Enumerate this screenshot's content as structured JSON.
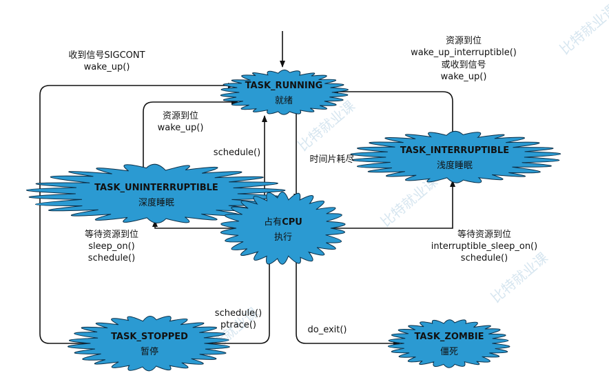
{
  "colors": {
    "state_fill": "#2b9ad2",
    "line": "#111111"
  },
  "states": {
    "running": {
      "title": "TASK_RUNNING",
      "sub": "就绪"
    },
    "interruptible": {
      "title": "TASK_INTERRUPTIBLE",
      "sub": "浅度睡眠"
    },
    "uninterruptible": {
      "title": "TASK_UNINTERRUPTIBLE",
      "sub": "深度睡眠"
    },
    "cpu": {
      "title_prefix": "占有",
      "title": "CPU",
      "sub": "执行"
    },
    "stopped": {
      "title": "TASK_STOPPED",
      "sub": "暂停"
    },
    "zombie": {
      "title": "TASK_ZOMBIE",
      "sub": "僵死"
    }
  },
  "labels": {
    "sigcont_1": "收到信号SIGCONT",
    "sigcont_2": "wake_up()",
    "int_wake_1": "资源到位",
    "int_wake_2": "wake_up_interruptible()",
    "int_wake_3": "或收到信号",
    "int_wake_4": "wake_up()",
    "unint_wake_1": "资源到位",
    "unint_wake_2": "wake_up()",
    "schedule": "schedule()",
    "timeslice": "时间片耗尽",
    "sleep_1": "等待资源到位",
    "sleep_2": "sleep_on()",
    "sleep_3": "schedule()",
    "isleep_1": "等待资源到位",
    "isleep_2": "interruptible_sleep_on()",
    "isleep_3": "schedule()",
    "stop_1": "schedule()",
    "stop_2": "ptrace()",
    "exit": "do_exit()"
  },
  "watermark": "比特就业课"
}
